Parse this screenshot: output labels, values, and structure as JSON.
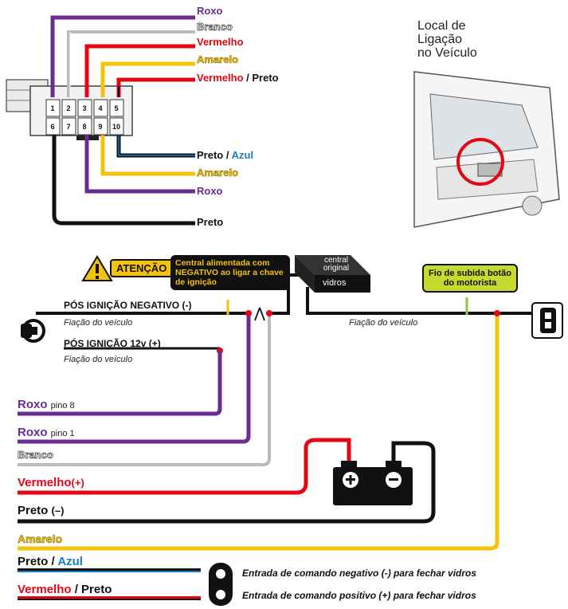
{
  "top_labels": {
    "roxo": "Roxo",
    "branco": "Branco",
    "vermelho": "Vermelho",
    "amarelo": "Amarelo",
    "vermelho_preto_a": "Vermelho",
    "vermelho_preto_b": "/ Preto",
    "preto_azul_a": "Preto /",
    "preto_azul_b": "Azul",
    "amarelo2": "Amarelo",
    "roxo2": "Roxo",
    "preto": "Preto"
  },
  "pins": [
    "1",
    "2",
    "3",
    "4",
    "5",
    "6",
    "7",
    "8",
    "9",
    "10"
  ],
  "location": {
    "line1": "Local de",
    "line2": "Ligação",
    "line3": "no Veículo"
  },
  "attention": {
    "label": "ATENÇÃO",
    "callout": "Central alimentada com NEGATIVO ao ligar a chave de ignição"
  },
  "central": {
    "line1": "central",
    "line2": "original",
    "line3": "vidros"
  },
  "fio_motorista": "Fio de subida botão do motorista",
  "signals": {
    "pos_neg": "PÓS IGNIÇÃO NEGATIVO (-)",
    "fiacao1": "Fiação do veículo",
    "pos_12v": "PÓS IGNIÇÃO 12v (+)",
    "fiacao2": "Fiação do veículo",
    "fiacao3": "Fiação do veículo"
  },
  "wires": {
    "roxo8": "Roxo",
    "pino8": "pino 8",
    "roxo1": "Roxo",
    "pino1": "pino 1",
    "branco": "Branco",
    "vermelho": "Vermelho",
    "vermelho_pol": "(+)",
    "preto": "Preto",
    "preto_pol": "(–)",
    "amarelo": "Amarelo"
  },
  "legend": {
    "preto_azul_a": "Preto /",
    "preto_azul_b": "Azul",
    "vermelho_preto_a": "Vermelho",
    "vermelho_preto_b": "/ Preto",
    "desc1": "Entrada de comando negativo (-) para fechar vidros",
    "desc2": "Entrada de comando positivo (+) para fechar vidros"
  },
  "colors": {
    "purple": "#6a2c91",
    "red": "#e30613",
    "yellow": "#f4c20d",
    "black": "#111111",
    "blue": "#1a7bc0",
    "green": "#8dc63f",
    "lime": "#c6d92e"
  }
}
